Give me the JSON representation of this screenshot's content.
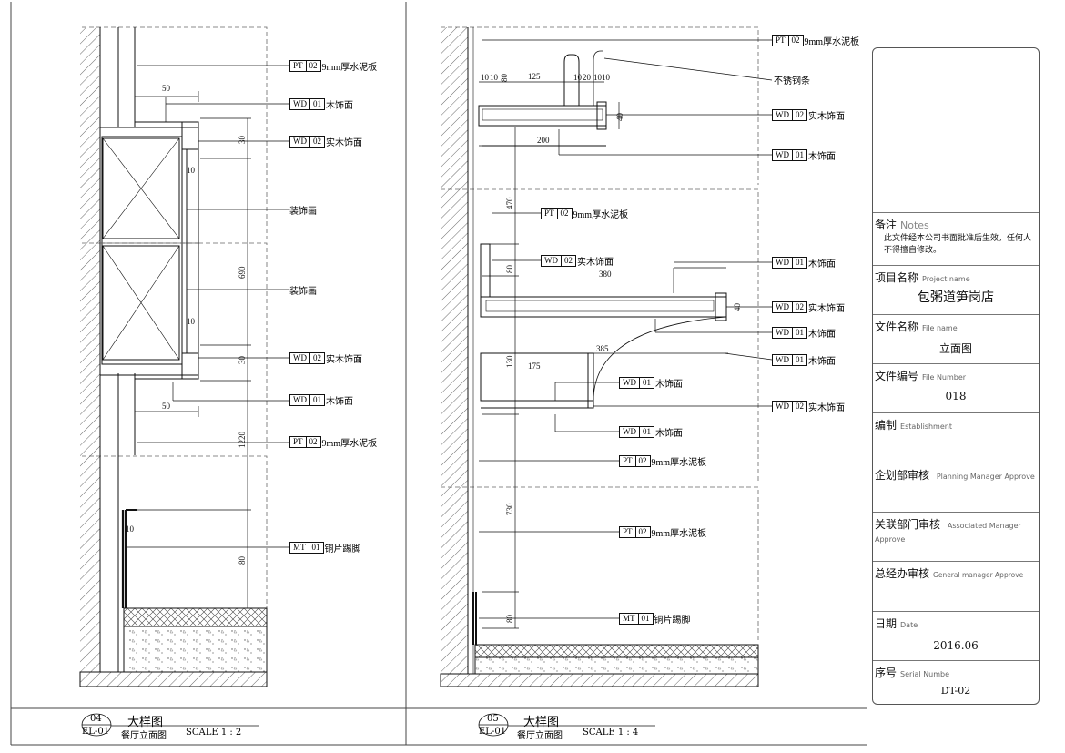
{
  "left_detail": {
    "dims": [
      "50",
      "30",
      "10",
      "690",
      "10",
      "30",
      "50",
      "1220",
      "10",
      "80"
    ],
    "tags": [
      {
        "code": "PT",
        "num": "02",
        "text": "9mm厚水泥板"
      },
      {
        "code": "WD",
        "num": "01",
        "text": "木饰面"
      },
      {
        "code": "WD",
        "num": "02",
        "text": "实木饰面"
      },
      {
        "code": "WD",
        "num": "02",
        "text": "实木饰面"
      },
      {
        "code": "WD",
        "num": "01",
        "text": "木饰面"
      },
      {
        "code": "PT",
        "num": "02",
        "text": "9mm厚水泥板"
      },
      {
        "code": "MT",
        "num": "01",
        "text": "铜片踢脚"
      }
    ],
    "labels": [
      "装饰画",
      "装饰画"
    ]
  },
  "right_detail": {
    "dims": [
      "10",
      "10",
      "80",
      "125",
      "10",
      "20",
      "10",
      "10",
      "40",
      "200",
      "470",
      "80",
      "380",
      "40",
      "385",
      "130",
      "175",
      "730",
      "80"
    ],
    "tags": [
      {
        "code": "PT",
        "num": "02",
        "text": "9mm厚水泥板"
      },
      {
        "code": "WD",
        "num": "02",
        "text": "实木饰面"
      },
      {
        "code": "WD",
        "num": "01",
        "text": "木饰面"
      },
      {
        "code": "PT",
        "num": "02",
        "text": "9mm厚水泥板"
      },
      {
        "code": "WD",
        "num": "02",
        "text": "实木饰面"
      },
      {
        "code": "WD",
        "num": "01",
        "text": "木饰面"
      },
      {
        "code": "WD",
        "num": "02",
        "text": "实木饰面"
      },
      {
        "code": "WD",
        "num": "01",
        "text": "木饰面"
      },
      {
        "code": "WD",
        "num": "01",
        "text": "木饰面"
      },
      {
        "code": "WD",
        "num": "01",
        "text": "木饰面"
      },
      {
        "code": "WD",
        "num": "02",
        "text": "实木饰面"
      },
      {
        "code": "WD",
        "num": "01",
        "text": "木饰面"
      },
      {
        "code": "PT",
        "num": "02",
        "text": "9mm厚水泥板"
      },
      {
        "code": "PT",
        "num": "02",
        "text": "9mm厚水泥板"
      },
      {
        "code": "MT",
        "num": "01",
        "text": "铜片踢脚"
      }
    ],
    "labels": [
      "不锈钢条"
    ]
  },
  "drawing_titles": [
    {
      "number": "04",
      "sheet": "EL-01",
      "title": "大样图",
      "subtitle": "餐厅立面图",
      "scale": "SCALE 1 : 2"
    },
    {
      "number": "05",
      "sheet": "EL-01",
      "title": "大样图",
      "subtitle": "餐厅立面图",
      "scale": "SCALE 1 : 4"
    }
  ],
  "title_block": {
    "notes_label": "备注",
    "notes_en": "Notes",
    "notes_text": "此文件经本公司书面批准后生效，任何人不得擅自修改。",
    "project_label": "项目名称",
    "project_en": "Project name",
    "project_value": "包粥道笋岗店",
    "file_label": "文件名称",
    "file_en": "File name",
    "file_value": "立面图",
    "file_no_label": "文件编号",
    "file_no_en": "File Number",
    "file_no_value": "018",
    "establish_label": "编制",
    "establish_en": "Establishment",
    "planning_label": "企划部审核",
    "planning_en": "Planning Manager Approve",
    "associated_label": "关联部门审核",
    "associated_en": "Associated Manager Approve",
    "gm_label": "总经办审核",
    "gm_en": "General manager Approve",
    "date_label": "日期",
    "date_en": "Date",
    "date_value": "2016.06",
    "serial_label": "序号",
    "serial_en": "Serial Numbe",
    "serial_value": "DT-02"
  }
}
